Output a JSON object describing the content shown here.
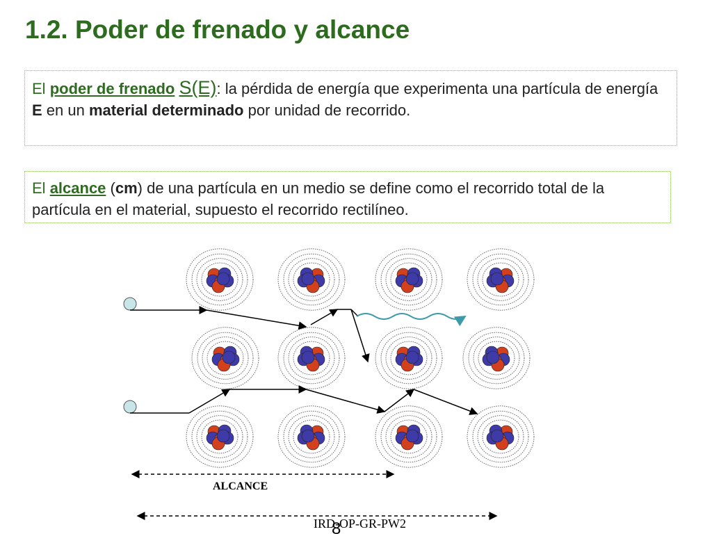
{
  "slide": {
    "title": "1.2. Poder de frenado y alcance",
    "footer_code": "IRD-OP-GR-PW2",
    "page_number": "8"
  },
  "box1": {
    "el": "El",
    "term": "poder de frenado",
    "symbol": "S(E)",
    "text1": ": la pérdida de energía que experimenta una partícula de energía ",
    "energy": "E",
    "text2": "  en un ",
    "material": "material determinado",
    "text3": " por unidad de recorrido."
  },
  "box2": {
    "el": "El",
    "term": "alcance",
    "open": " (",
    "unit": "cm",
    "text1": ") de una partícula en un medio se define como el recorrido total de la partícula en el material, supuesto el recorrido rectilíneo."
  },
  "diagram": {
    "range_label": "ALCANCE",
    "colors": {
      "proton": "#d2401e",
      "neutron": "#3e3aa8",
      "particle": "#c8e6ea",
      "wave": "#3d9aa8"
    }
  }
}
